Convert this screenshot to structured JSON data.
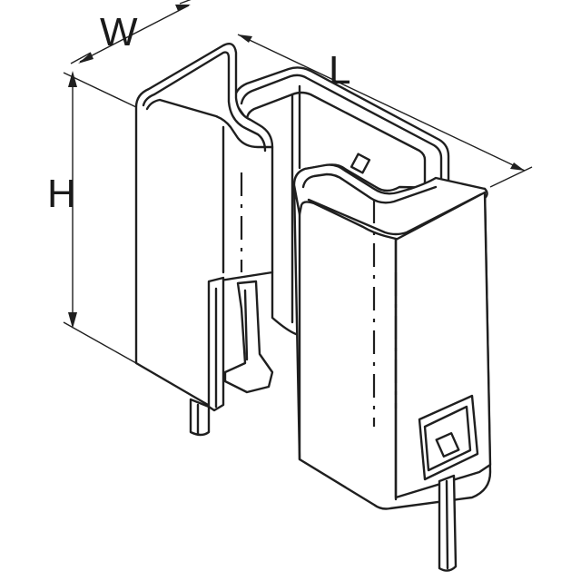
{
  "dimensions": {
    "width_label": "W",
    "length_label": "L",
    "height_label": "H"
  }
}
